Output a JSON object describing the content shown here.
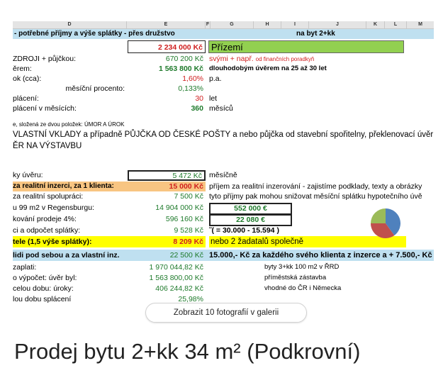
{
  "col_letters": [
    "D",
    "E",
    "F",
    "G",
    "H",
    "I",
    "J",
    "K",
    "L",
    "M"
  ],
  "sheet": {
    "header_left": "- potřebné příjmy a výše splátky - přes družstvo",
    "header_right": "na byt 2+kk",
    "top_value": "2 234 000 Kč",
    "prizemi_label": "Přízemí",
    "r1_label": "ZDROJI + půjčkou:",
    "r1_value": "670 200 Kč",
    "r1_note_a": "svými + např.",
    "r1_note_b": "od finančních poradkyň",
    "r2_label": "ěrem:",
    "r2_value": "1 563 800 Kč",
    "r2_note": "dlouhodobým úvěrem na 25 až 30 let",
    "r3_label": "ok (cca):",
    "r3_value": "1,60%",
    "r3_note": "p.a.",
    "r4_label": "měsíční procento:",
    "r4_value": "0,133%",
    "r5_label": "plácení:",
    "r5_value": "30",
    "r5_note": "let",
    "r6_label": "plácení v měsících:",
    "r6_value": "360",
    "r6_note": "měsíců",
    "small_note": "e, složená ze dvou položek: ÚMOR A ÚROK",
    "para1": "VLASTNÍ VKLADY a případně PŮJČKA OD ČESKÉ POŠTY a nebo půjčka od stavební spořitelny, překlenovací úvěr",
    "para2": "ĚR NA VÝSTAVBU",
    "r7_label": "ky úvěru:",
    "r7_value": "5 472 Kč",
    "r7_note": "měsíčně",
    "r8_label": "za realitní inzerci, za 1 klienta:",
    "r8_value": "15 000 Kč",
    "r8_note": "příjem za realitní inzerování - zajistíme podklady, texty a obrázky",
    "r9_label": "za realitní spolupráci:",
    "r9_value": "7 500 Kč",
    "r9_note": "tyto příjmy pak mohou snižovat měsíční splátku hypotečního úvě",
    "r10_label": "u 99 m2 v Regensburgu:",
    "r10_value": "14 904 000 Kč",
    "r10_box": "552 000 €",
    "r11_label": "kování prodeje 4%:",
    "r11_value": "596 160 Kč",
    "r11_box": "22 080 €",
    "r12_label": "ci a odpočet splátky:",
    "r12_value": "9 528 Kč",
    "r12_note": "˜( = 30.000 - 15.594 )",
    "r13_label": "tele (1,5 výše splátky):",
    "r13_value": "8 209 Kč",
    "r13_note": "nebo 2 žadatalů společně",
    "r14_label": "lidi pod sebou a za vlastní inz.",
    "r14_value": "22 500 Kč",
    "r14_note": "15.000,- Kč za každého svého klienta z inzerce a + 7.500,- Kč",
    "r15_label": "zaplati:",
    "r15_value": "1 970 044,82 Kč",
    "r15_note": "byty 3+kk 100 m2 v ŘRD",
    "r16_label": "o výpočet: úvěr byl:",
    "r16_value": "1 563 800,00 Kč",
    "r16_note": "příměstská zástavba",
    "r17_label": "celou dobu: úroky:",
    "r17_value": "406 244,82 Kč",
    "r17_note": "vhodné do ČR i Německa",
    "r18_label": "lou dobu splácení",
    "r18_value": "25,98%"
  },
  "gallery_button": "Zobrazit 10 fotografií v galerii",
  "listing_title": "Prodej bytu 2+kk 34 m² (Podkrovní)",
  "colors": {
    "header_blue": "#bfe0f0",
    "green_band": "#92d050",
    "yellow": "#ffff00",
    "orange": "#f8c582",
    "value_green": "#1e7a2b",
    "value_red": "#d01f1f"
  },
  "pie_chart": {
    "type": "pie",
    "values": [
      40,
      35,
      25
    ],
    "colors": [
      "#4f81bd",
      "#c0504d",
      "#9bbb59"
    ]
  }
}
